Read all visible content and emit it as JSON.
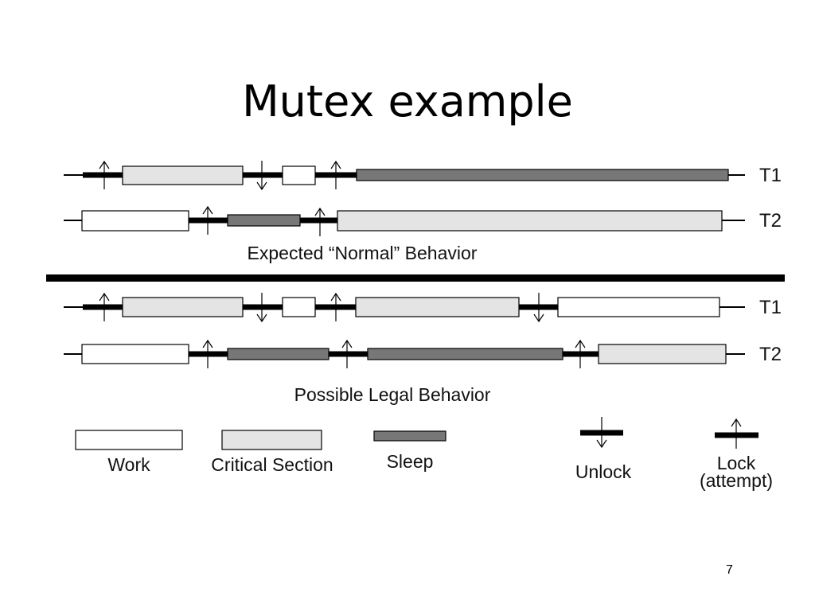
{
  "slide": {
    "title": "Mutex example",
    "page_number": "7"
  },
  "colors": {
    "work": "#ffffff",
    "critical_section": "#e4e4e4",
    "sleep": "#777777",
    "line": "#000000"
  },
  "sections": {
    "expected": {
      "caption": "Expected “Normal” Behavior",
      "t1_label": "T1",
      "t2_label": "T2"
    },
    "possible": {
      "caption": "Possible Legal Behavior",
      "t1_label": "T1",
      "t2_label": "T2"
    }
  },
  "legend": {
    "work": "Work",
    "critical_section": "Critical Section",
    "sleep": "Sleep",
    "unlock": "Unlock",
    "lock_line1": "Lock",
    "lock_line2": "(attempt)"
  }
}
